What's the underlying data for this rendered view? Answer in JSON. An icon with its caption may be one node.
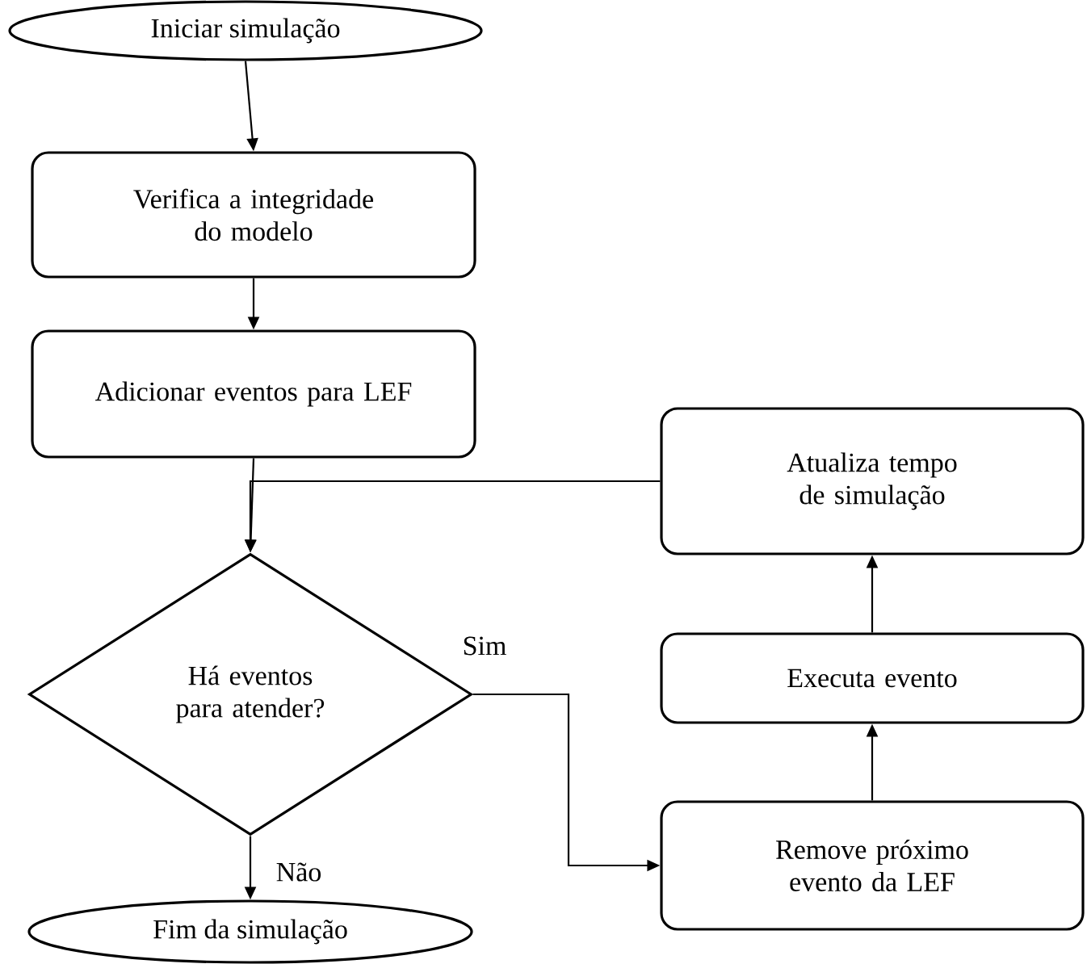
{
  "diagram": {
    "nodes": [
      {
        "text": [
          "Iniciar simulação"
        ]
      },
      {
        "text": [
          "Verifica a integridade do modelo"
        ]
      },
      {
        "text": [
          "Adicionar eventos para LEF"
        ]
      },
      {
        "text": [
          "Atualiza tempo de simulação"
        ]
      },
      {
        "text": [
          "Há eventos para atender?"
        ]
      },
      {
        "text": [
          "Executa evento"
        ]
      },
      {
        "text": [
          "Remove próximo evento da LEF"
        ]
      },
      {
        "text": [
          "Fim da simulação"
        ]
      }
    ],
    "edges": [
      {
        "from": 0,
        "to": 1,
        "arrow": "to"
      },
      {
        "from": 1,
        "to": 2,
        "arrow": "to"
      },
      {
        "from": 2,
        "to": 4,
        "arrow": "to"
      },
      {
        "from": 3,
        "to": 4,
        "arrow": "to"
      },
      {
        "from": 4,
        "to": 6,
        "arrow": "to",
        "label": "Sim"
      },
      {
        "from": 4,
        "to": 7,
        "arrow": "to",
        "label": "Não"
      },
      {
        "from": 6,
        "to": 5,
        "arrow": "to"
      },
      {
        "from": 5,
        "to": 3,
        "arrow": "to"
      }
    ]
  }
}
